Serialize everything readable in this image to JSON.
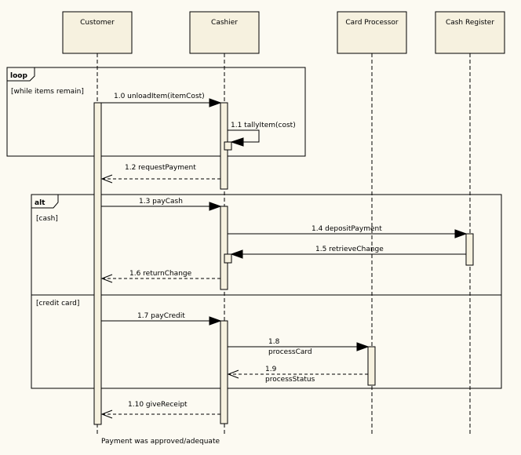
{
  "participants": [
    {
      "name": "Customer"
    },
    {
      "name": "Cashier"
    },
    {
      "name": "Card Processor"
    },
    {
      "name": "Cash Register"
    }
  ],
  "fragments": {
    "loop": {
      "keyword": "loop",
      "guard": "[while items remain]"
    },
    "alt": {
      "keyword": "alt",
      "guard_cash": "[cash]",
      "guard_credit": "[credit card]"
    }
  },
  "messages": [
    {
      "label": "1.0 unloadItem(itemCost)",
      "from": "Customer",
      "to": "Cashier",
      "kind": "sync"
    },
    {
      "label": "1.1 tallyItem(cost)",
      "from": "Cashier",
      "to": "Cashier",
      "kind": "self"
    },
    {
      "label": "1.2 requestPayment",
      "from": "Cashier",
      "to": "Customer",
      "kind": "return"
    },
    {
      "label": "1.3 payCash",
      "from": "Customer",
      "to": "Cashier",
      "kind": "sync"
    },
    {
      "label": "1.4 depositPayment",
      "from": "Cashier",
      "to": "Cash Register",
      "kind": "sync"
    },
    {
      "label": "1.5 retrieveChange",
      "from": "Cash Register",
      "to": "Cashier",
      "kind": "sync"
    },
    {
      "label": "1.6 returnChange",
      "from": "Cashier",
      "to": "Customer",
      "kind": "return"
    },
    {
      "label": "1.7 payCredit",
      "from": "Customer",
      "to": "Cashier",
      "kind": "sync"
    },
    {
      "label_line1": "1.8",
      "label_line2": "processCard",
      "from": "Cashier",
      "to": "Card Processor",
      "kind": "sync"
    },
    {
      "label_line1": "1.9",
      "label_line2": "processStatus",
      "from": "Card Processor",
      "to": "Cashier",
      "kind": "return"
    },
    {
      "label": "1.10 giveReceipt",
      "from": "Cashier",
      "to": "Customer",
      "kind": "return"
    }
  ],
  "note": "Payment was approved/adequate"
}
